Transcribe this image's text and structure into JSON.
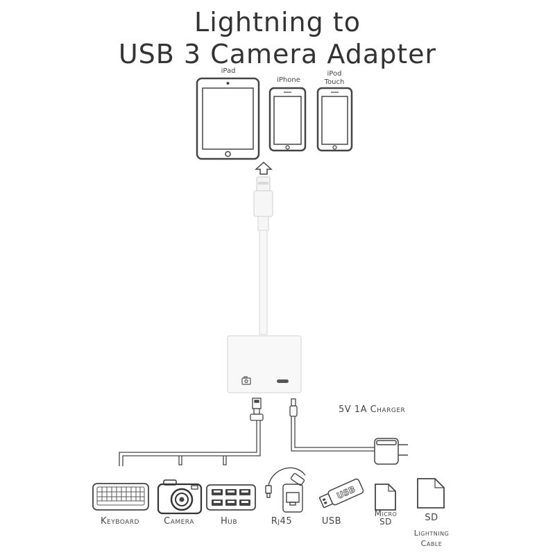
{
  "title": {
    "line1": "Lightning to",
    "line2": "USB 3 Camera Adapter"
  },
  "devices": {
    "ipad": "iPad",
    "iphone": "iPhone",
    "ipod_line1": "iPod",
    "ipod_line2": "Touch"
  },
  "charger_label": "5V 1A Charger",
  "accessories": {
    "keyboard": "Keyboard",
    "camera": "Camera",
    "hub": "Hub",
    "rj45": "Rj45",
    "usb": "USB",
    "micro_sd_line1": "Micro",
    "micro_sd_line2": "SD",
    "sd": "SD",
    "lightning_line1": "Lightning",
    "lightning_line2": "Cable"
  },
  "usb_stick_text": "USB",
  "icons": [
    "camera-port-icon",
    "lightning-port-icon",
    "charger-plug-icon",
    "keyboard-icon",
    "camera-icon",
    "hub-icon",
    "rj45-adapter-icon",
    "usb-stick-icon",
    "micro-sd-card-icon",
    "sd-card-icon",
    "up-arrow-icon"
  ]
}
